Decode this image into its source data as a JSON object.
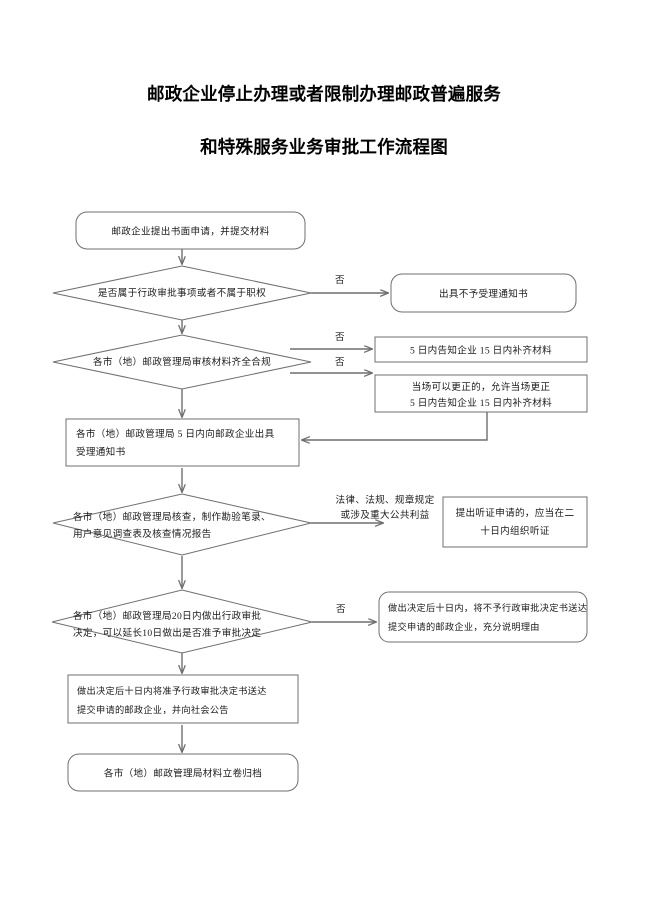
{
  "document": {
    "title_line_1": "邮政企业停止办理或者限制办理邮政普遍服务",
    "title_line_2": "和特殊服务业务审批工作流程图"
  },
  "flowchart": {
    "nodes": {
      "start": {
        "shape": "rounded-rectangle",
        "lines": [
          "邮政企业提出书面申请，并提交材料"
        ]
      },
      "decision_jurisdiction": {
        "shape": "diamond",
        "lines": [
          "是否属于行政审批事项或者不属于职权"
        ]
      },
      "notice_reject": {
        "shape": "rounded-rectangle",
        "lines": [
          "出具不予受理通知书"
        ]
      },
      "decision_materials": {
        "shape": "diamond",
        "lines": [
          "各市（地）邮政管理局审核材料齐全合规"
        ]
      },
      "notify_5_days": {
        "shape": "rectangle",
        "lines": [
          "5 日内告知企业 15 日内补齐材料"
        ]
      },
      "correct_on_site": {
        "shape": "rectangle",
        "lines": [
          "当场可以更正的，允许当场更正",
          "5 日内告知企业 15 日内补齐材料"
        ]
      },
      "issue_acceptance": {
        "shape": "rectangle",
        "lines": [
          "各市（地）邮政管理局 5 日内向邮政企业出具",
          "受理通知书"
        ]
      },
      "verification": {
        "shape": "diamond",
        "lines": [
          "各市（地）邮政管理局核查，制作勘验笔录、",
          "用户意见调查表及核查情况报告"
        ]
      },
      "hearing": {
        "shape": "rectangle",
        "lines": [
          "提出听证申请的，应当在二",
          "十日内组织听证"
        ]
      },
      "decision_approval": {
        "shape": "diamond",
        "lines": [
          "各市（地）邮政管理局20日内做出行政审批",
          "决定，可以延长10日做出是否准予审批决定"
        ]
      },
      "deliver_rejection": {
        "shape": "rounded-rectangle",
        "lines": [
          "做出决定后十日内，将不予行政审批决定书送达",
          "提交申请的邮政企业，充分说明理由"
        ]
      },
      "deliver_approval": {
        "shape": "rectangle",
        "lines": [
          "做出决定后十日内将准予行政审批决定书送达",
          "提交申请的邮政企业，并向社会公告"
        ]
      },
      "archive": {
        "shape": "rounded-rectangle",
        "lines": [
          "各市（地）邮政管理局材料立卷归档"
        ]
      }
    },
    "edge_labels": {
      "no_jurisdiction": "否",
      "no_materials_1": "否",
      "no_materials_2": "否",
      "legal_interest": [
        "法律、法规、规章规定",
        "或涉及重大公共利益"
      ],
      "no_approval": "否"
    },
    "colors": {
      "shape_stroke": "#6f6f6f",
      "connector": "#6f6f6f",
      "text": "#1c1c1c",
      "background": "#ffffff"
    }
  }
}
